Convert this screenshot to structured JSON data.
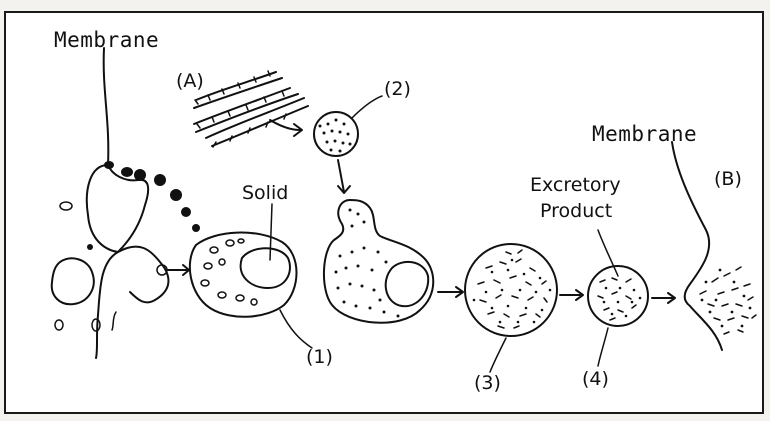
{
  "labels": {
    "membrane_left": "Membrane",
    "membrane_right": "Membrane",
    "label_a": "(A)",
    "label_b": "(B)",
    "label_1": "(1)",
    "label_2": "(2)",
    "label_3": "(3)",
    "label_4": "(4)",
    "solid": "Solid",
    "excretory_line1": "Excretory",
    "excretory_line2": "Product"
  },
  "colors": {
    "ink": "#111111",
    "paper": "#ffffff",
    "background": "#f4f2ee"
  }
}
